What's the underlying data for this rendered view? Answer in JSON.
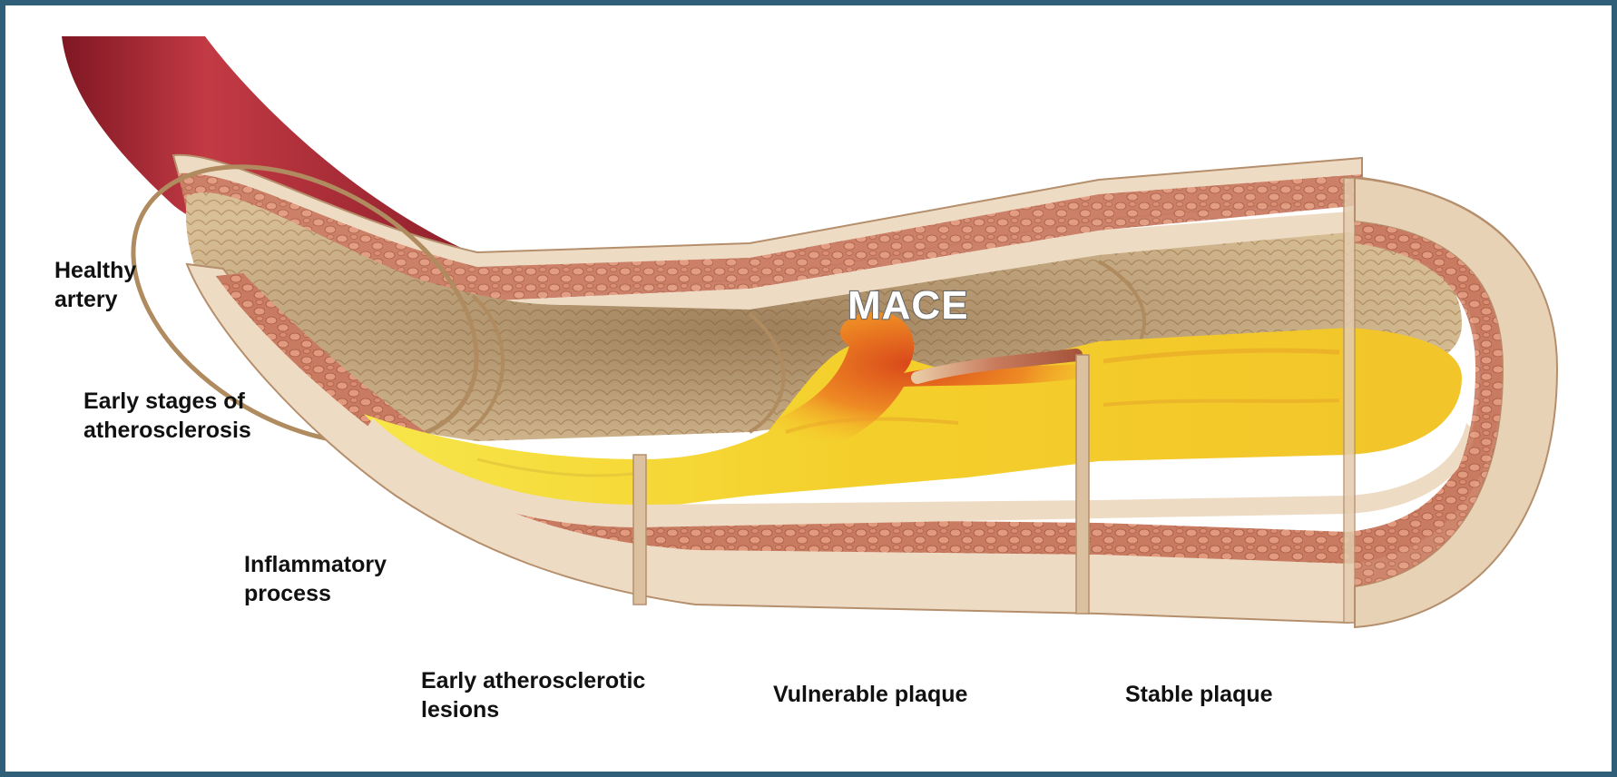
{
  "labels": {
    "healthy_artery": [
      "Healthy",
      "artery"
    ],
    "early_stages": [
      "Early stages of",
      "atherosclerosis"
    ],
    "inflammatory": [
      "Inflammatory",
      "process"
    ],
    "early_lesions": [
      "Early atherosclerotic",
      "lesions"
    ],
    "vulnerable_plaque": "Vulnerable plaque",
    "stable_plaque": "Stable plaque",
    "mace": "MACE"
  },
  "colors": {
    "frame_border": "#2f5f78",
    "artery_red": "#a82a35",
    "outer_wall": "#eedbc4",
    "muscle_layer": "#c9775f",
    "lumen_endothelium": "#d8bd94",
    "plaque_yellow": "#f5d832",
    "plaque_orange": "#e7781c"
  }
}
